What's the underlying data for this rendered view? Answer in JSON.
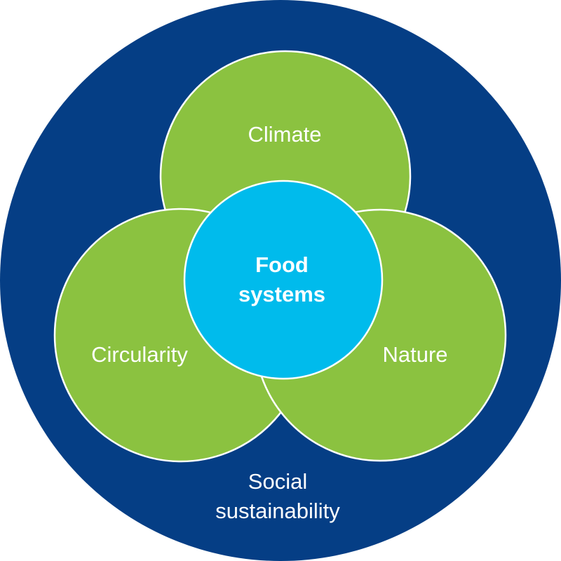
{
  "outer": {
    "label_line1": "Social",
    "label_line2": "sustainability"
  },
  "circles": {
    "climate": "Climate",
    "circularity": "Circularity",
    "nature": "Nature"
  },
  "center": {
    "label_line1": "Food",
    "label_line2": "systems"
  },
  "colors": {
    "navy": "#053e85",
    "green": "#8bc240",
    "cyan": "#00bbec",
    "stroke": "#ffffff"
  }
}
